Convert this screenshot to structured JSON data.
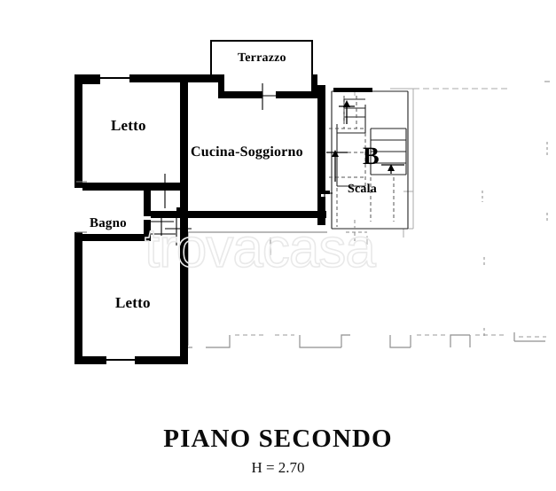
{
  "document": {
    "type": "floor-plan",
    "floor_title": "PIANO SECONDO",
    "ceiling_height": "H = 2.70",
    "watermark": "trovacasa"
  },
  "rooms": [
    {
      "id": "letto-upper",
      "label": "Letto"
    },
    {
      "id": "cucina",
      "label": "Cucina-Soggiorno"
    },
    {
      "id": "terrazzo",
      "label": "Terrazzo"
    },
    {
      "id": "bagno",
      "label": "Bagno"
    },
    {
      "id": "letto-lower",
      "label": "Letto"
    },
    {
      "id": "scala",
      "label": "Scala"
    }
  ],
  "markers": [
    {
      "id": "block-identifier",
      "label": "B"
    }
  ],
  "colors": {
    "wall": "#000000",
    "thin_line": "#111111",
    "faint_line": "#9a9a9a",
    "dashed_line": "#8d8d8d",
    "watermark": "#e9e9e9",
    "background": "#ffffff",
    "text": "#000000"
  }
}
